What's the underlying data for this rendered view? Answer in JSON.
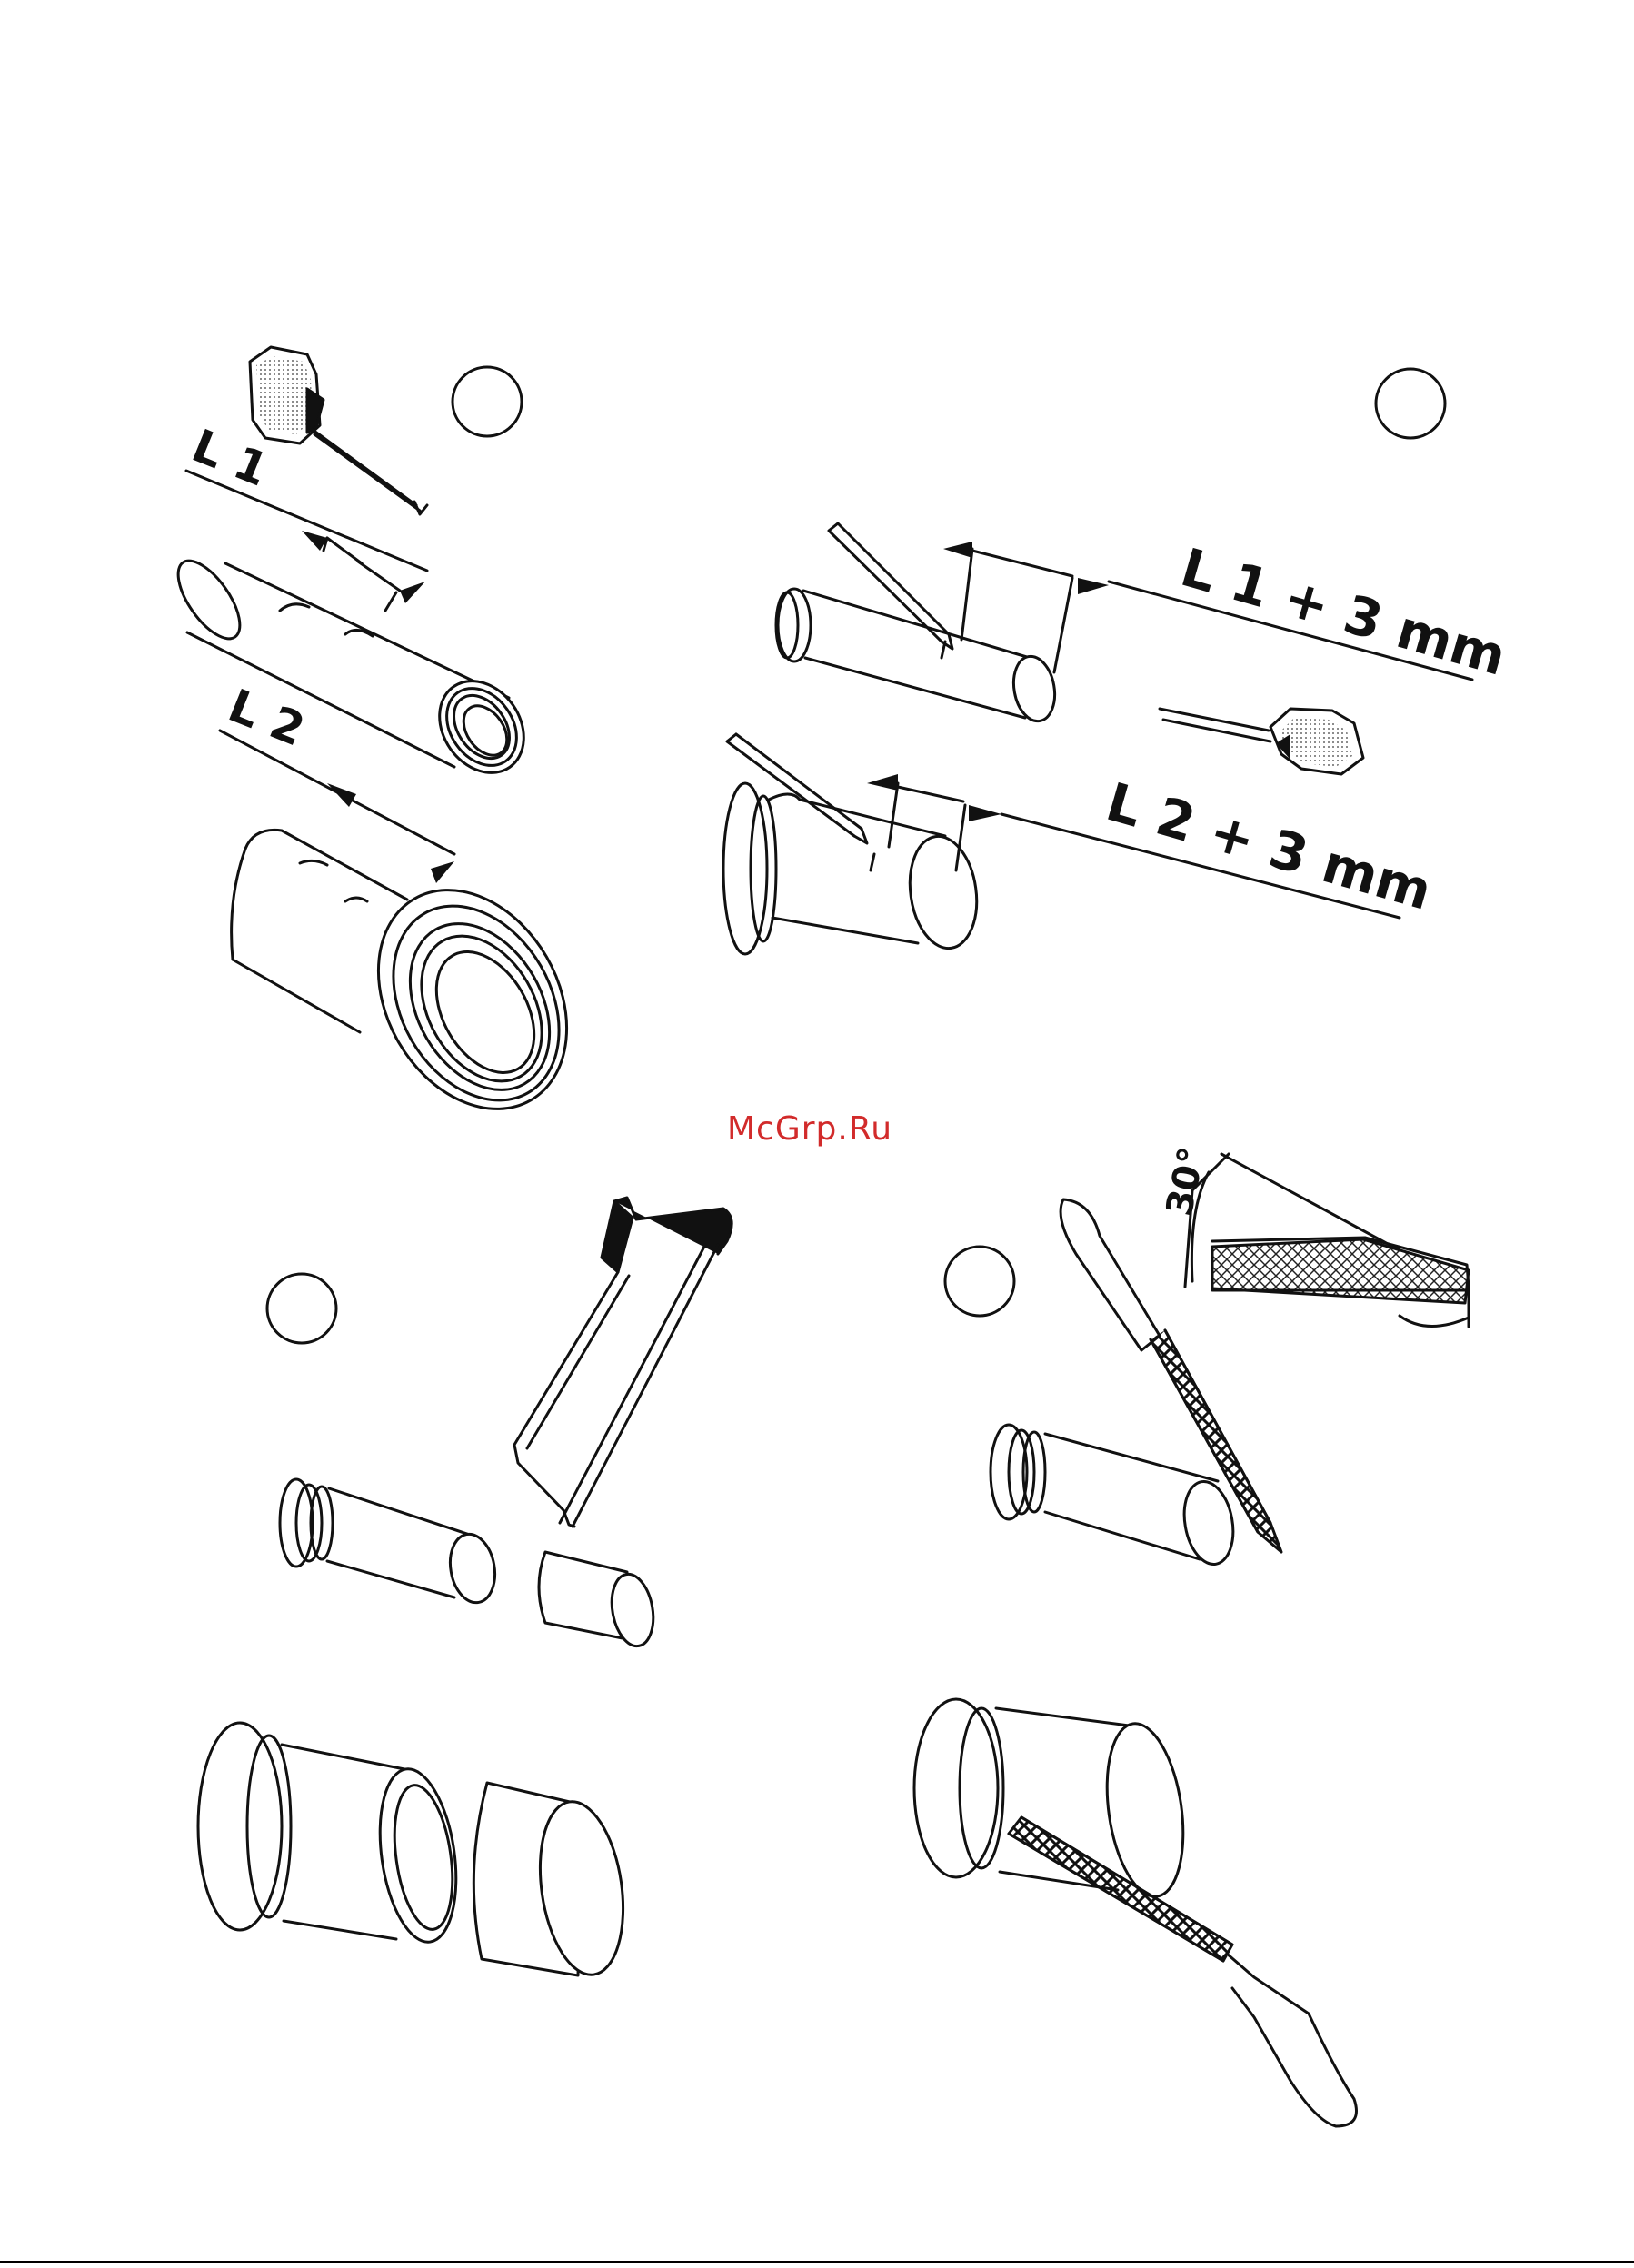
{
  "watermark": "McGrp.Ru",
  "steps": [
    {
      "label_top": "L 1",
      "label_bottom": "L 2"
    },
    {
      "label_top": "L 1 + 3 mm",
      "label_bottom": "L 2 + 3 mm"
    },
    {},
    {
      "angle": "30°"
    }
  ],
  "colors": {
    "ink": "#111111",
    "watermark": "#d22b2b",
    "background": "#ffffff"
  }
}
